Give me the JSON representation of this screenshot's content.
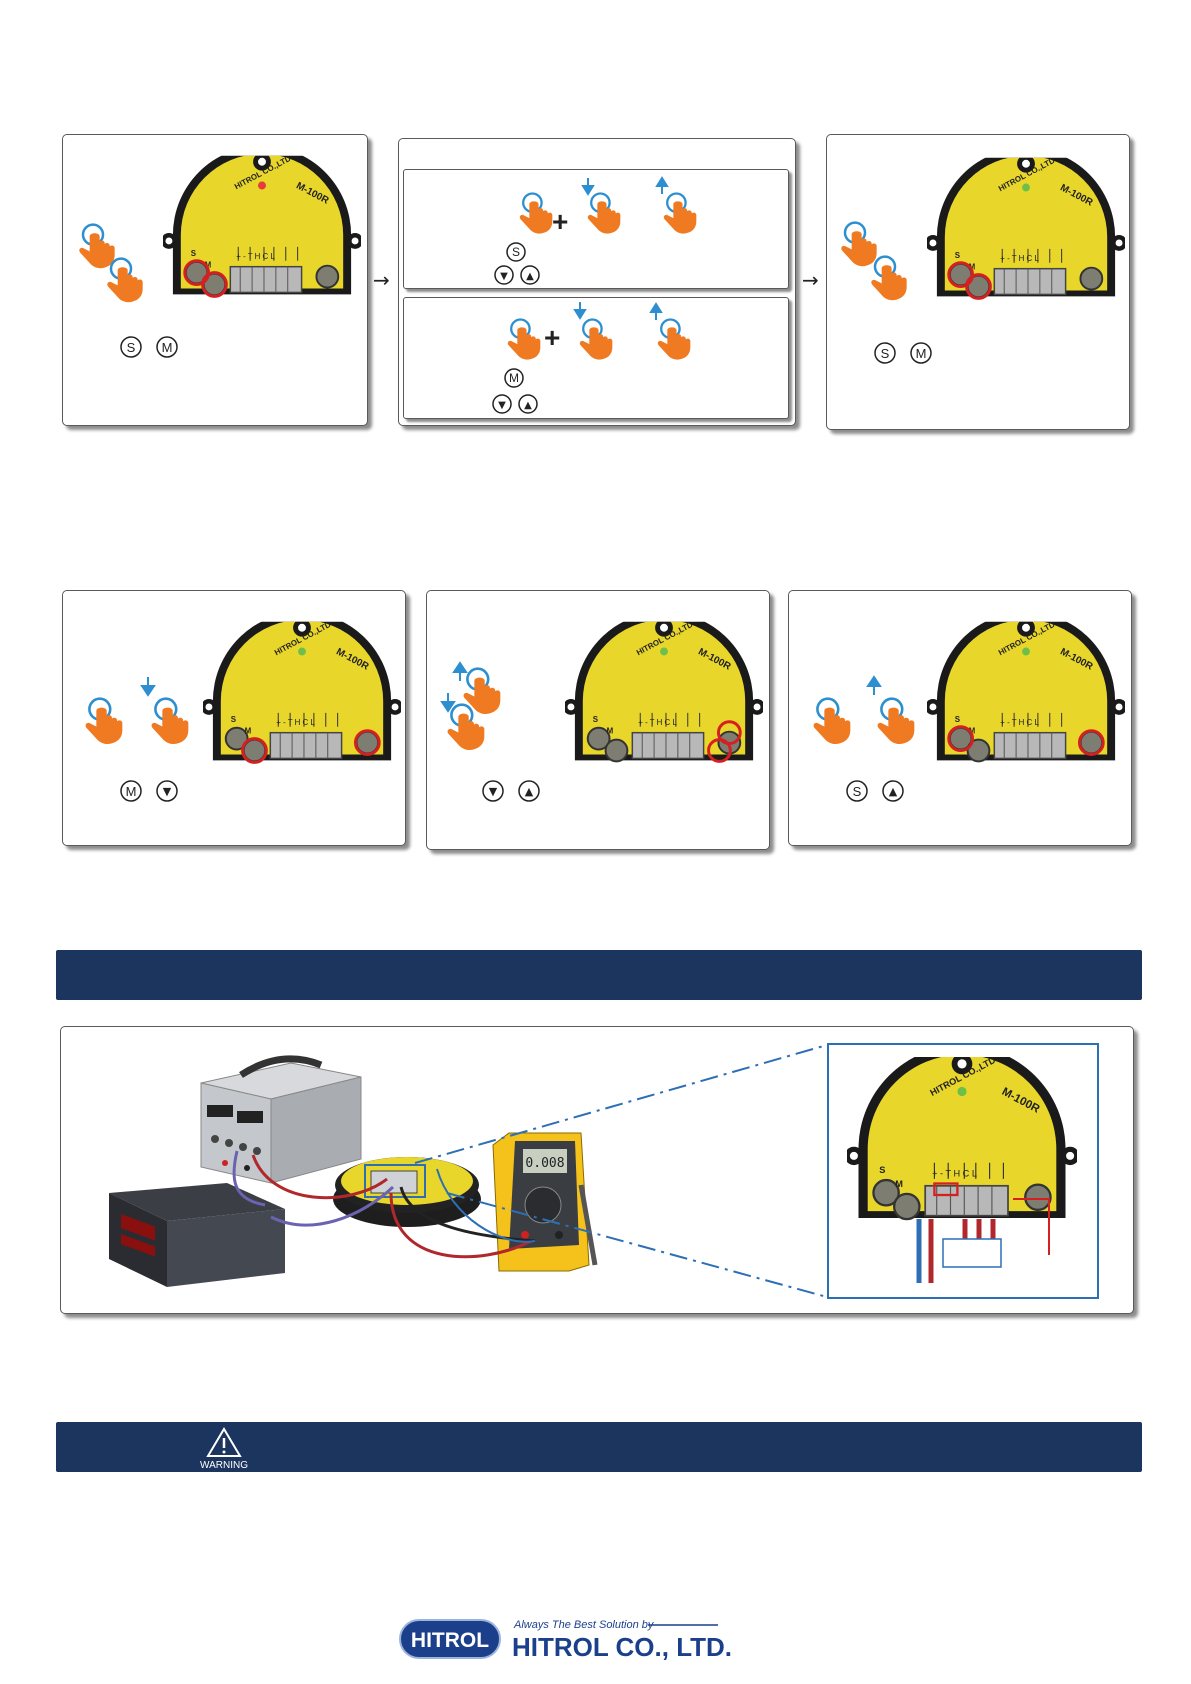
{
  "devices": {
    "brand": "HITROL CO.,LTD.",
    "slogan": "Always The Best Solution by",
    "model": "M-100R",
    "btn_s": "S",
    "btn_m": "M",
    "terminals": "+ - T H C L"
  },
  "keys": {
    "s": "S",
    "m": "M",
    "down": "▼",
    "up": "▲"
  },
  "symbols": {
    "plus": "+",
    "step_arrow": "→"
  },
  "warning_bar": {
    "label": "WARNING"
  },
  "footer": {
    "badge": "HITROL",
    "slogan": "Always The Best Solution by",
    "company": "HITROL CO., LTD."
  },
  "colors": {
    "navy_bar": "#1c355e",
    "device_yellow": "#e8d62a",
    "press_ring": "#d42020",
    "hand_orange": "#f07a22",
    "tap_blue": "#2d8fd0",
    "footer_blue": "#1c3f8c"
  }
}
